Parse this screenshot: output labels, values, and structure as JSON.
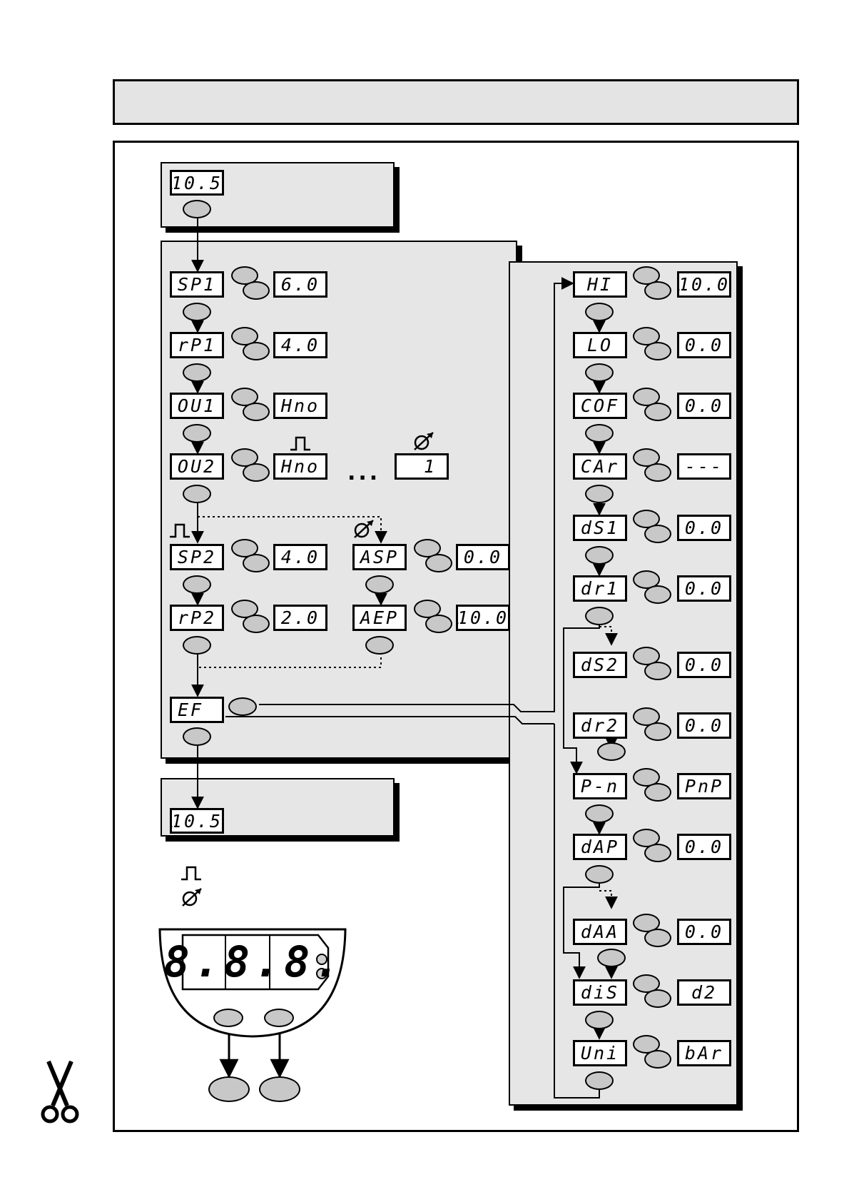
{
  "start_display": "10.5",
  "end_display": "10.5",
  "left_rows": [
    {
      "param": "SP1",
      "value": "6.0"
    },
    {
      "param": "rP1",
      "value": "4.0"
    },
    {
      "param": "OU1",
      "value": "Hno"
    },
    {
      "param": "OU2",
      "value": "Hno"
    }
  ],
  "ellipsis": "...",
  "analog_default": "1",
  "switching_rows": [
    {
      "param": "SP2",
      "value": "4.0"
    },
    {
      "param": "rP2",
      "value": "2.0"
    }
  ],
  "analog_rows": [
    {
      "param": "ASP",
      "value": "0.0"
    },
    {
      "param": "AEP",
      "value": "10.0"
    }
  ],
  "ef_label": "EF",
  "right_rows": [
    {
      "param": "HI",
      "value": "10.0"
    },
    {
      "param": "LO",
      "value": "0.0"
    },
    {
      "param": "COF",
      "value": "0.0"
    },
    {
      "param": "CAr",
      "value": "---"
    },
    {
      "param": "dS1",
      "value": "0.0"
    },
    {
      "param": "dr1",
      "value": "0.0"
    },
    {
      "param": "dS2",
      "value": "0.0"
    },
    {
      "param": "dr2",
      "value": "0.0"
    },
    {
      "param": "P-n",
      "value": "PnP"
    },
    {
      "param": "dAP",
      "value": "0.0"
    },
    {
      "param": "dAA",
      "value": "0.0"
    },
    {
      "param": "diS",
      "value": "d2"
    },
    {
      "param": "Uni",
      "value": "bAr"
    }
  ],
  "device_display": "8.8.8.",
  "icons": {
    "switching": "pulse-icon",
    "analog": "analog-output-icon",
    "cut": "scissors-icon"
  }
}
